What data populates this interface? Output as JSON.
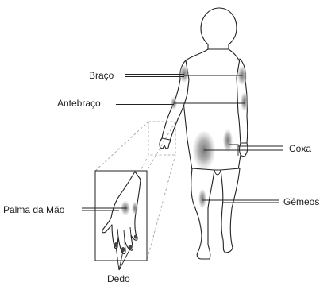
{
  "labels": {
    "arm": "Braço",
    "forearm": "Antebraço",
    "thigh": "Coxa",
    "calf": "Gêmeos",
    "palm": "Palma da Mão",
    "finger": "Dedo"
  },
  "colors": {
    "outline": "#222222",
    "site_fill": "#8c8c8c",
    "background": "#ffffff"
  }
}
